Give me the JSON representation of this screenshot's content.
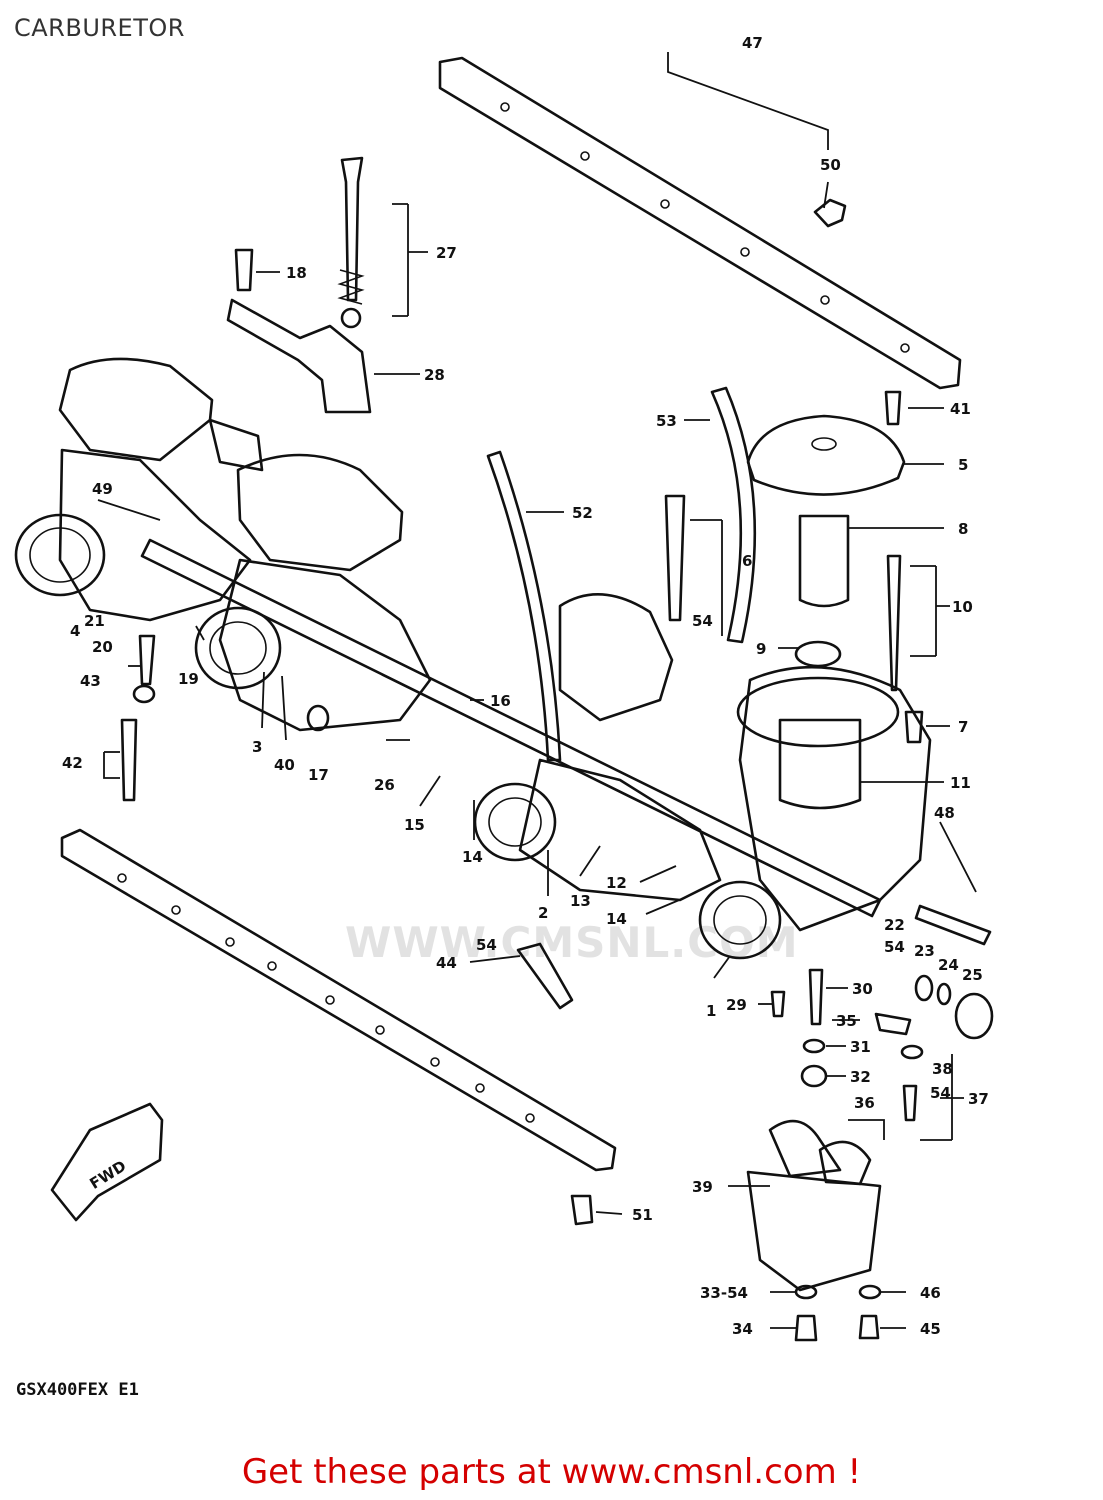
{
  "header": {
    "title": "CARBURETOR"
  },
  "footer": {
    "model_code": "GSX400FEX E1",
    "link_text": "Get these parts at www.cmsnl.com !",
    "watermark": "WWW.CMSNL.COM"
  },
  "fwd_arrow_label": "FWD",
  "colors": {
    "footer_text": "#d40000",
    "line_art": "#111111",
    "title_text": "#333333"
  },
  "callouts": [
    "1",
    "2",
    "3",
    "4",
    "5",
    "6",
    "7",
    "8",
    "9",
    "10",
    "11",
    "12",
    "13",
    "14",
    "14",
    "15",
    "16",
    "17",
    "18",
    "19",
    "20",
    "21",
    "22",
    "23",
    "24",
    "25",
    "26",
    "27",
    "28",
    "29",
    "30",
    "31",
    "32",
    "33-54",
    "34",
    "35",
    "36",
    "37",
    "38",
    "39",
    "40",
    "41",
    "42",
    "43",
    "44",
    "45",
    "46",
    "47",
    "48",
    "49",
    "50",
    "51",
    "52",
    "53",
    "54",
    "54",
    "54",
    "54"
  ]
}
